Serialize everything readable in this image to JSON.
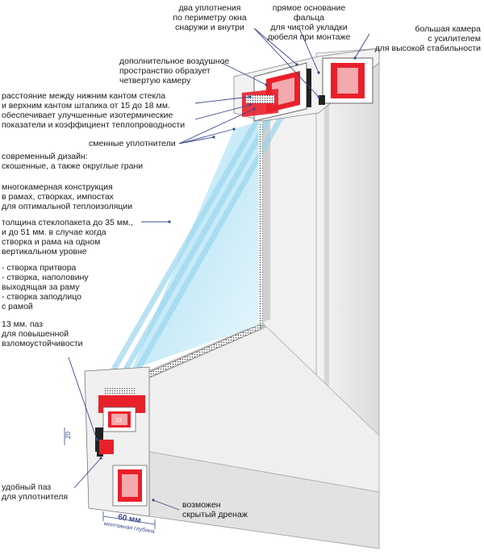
{
  "labels": {
    "two_seals": "два уплотнения\nпо периметру окна\nснаружи и внутри",
    "rebate_base": "прямое основание фальца\nдля чистой укладки\nдюбеля при монтаже",
    "big_chamber": "большая камера\nс усилителем\nдля высокой стабильности",
    "air_space": "дополнительное воздушное\nпространство образует\nчетвертую камеру",
    "glass_distance": "расстояние между нижним кантом стекла\nи верхним кантом штапика от 15 до 18 мм.\nобеспечивает улучшенные изотермические\nпоказатели и коэффициент теплопроводности",
    "replaceable_seals": "сменные уплотнители",
    "modern_design": "современный дизайн:\nскошенные, а также округлые грани",
    "multichamber": "многокамерная конструкция\nв рамах, створках, импостах\nдля оптимальной теплоизоляции",
    "glazing_thickness": "толщина стеклопакета до 35 мм.,\nи до 51 мм. в случае когда\nстворка и рама на одном\nвертикальном уровне",
    "sash_types": "- створка притвора\n- створка, наполовину\n  выходящая за раму\n- створка заподлицо\n  с рамой",
    "groove_13": "13 мм. паз\nдля повышенной\nвзломоустойчивости",
    "seal_groove": "удобный паз\nдля уплотнителя",
    "drainage": "возможен\nскрытый дренаж"
  },
  "dimensions": {
    "depth_value": "60 мм",
    "depth_caption": "монтажная глубина",
    "offset_value": "20",
    "groove_value": "13"
  },
  "colors": {
    "frame": "#ececec",
    "frame_shade": "#d4d4d4",
    "glass": "#bfe6f5",
    "glass_edge": "#7fcbe8",
    "reinforcement": "#e8202a",
    "leader": "#3a4a8c"
  }
}
